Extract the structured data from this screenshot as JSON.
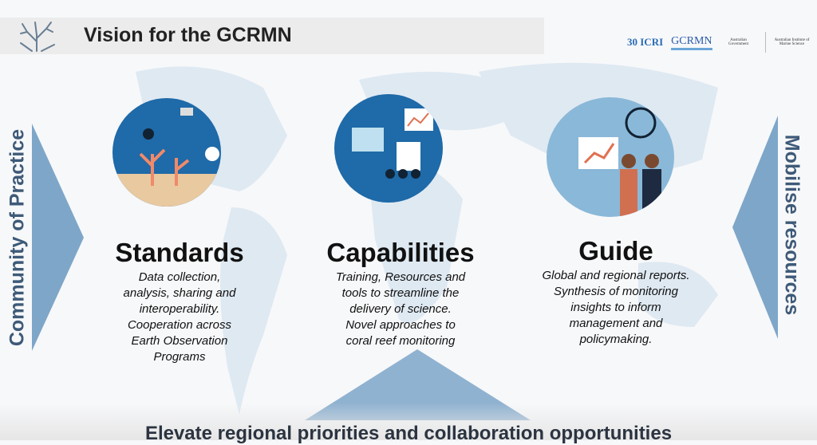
{
  "header": {
    "title": "Vision for the GCRMN"
  },
  "logos": {
    "icri": "30 ICRI",
    "gcrmn": "GCRMN",
    "gov": "Australian Government",
    "aims": "Australian Institute of Marine Science"
  },
  "sides": {
    "left": "Community of Practice",
    "right": "Mobilise resources"
  },
  "pillars": [
    {
      "title": "Standards",
      "lines": [
        "Data collection,",
        "analysis, sharing and",
        "interoperability.",
        "Cooperation across",
        "Earth Observation",
        "Programs"
      ]
    },
    {
      "title": "Capabilities",
      "lines": [
        "Training, Resources and",
        "tools to streamline the",
        "delivery of science.",
        "Novel approaches to",
        "coral reef monitoring"
      ]
    },
    {
      "title": "Guide",
      "lines": [
        "Global and regional reports.",
        "Synthesis of monitoring",
        "insights to inform",
        "management and",
        "policymaking."
      ]
    }
  ],
  "footer": {
    "text": "Elevate regional priorities and collaboration opportunities"
  },
  "colors": {
    "arrow": "#7ea6c8",
    "circle": "#1f6aa8",
    "map": "#dbe7f1"
  }
}
